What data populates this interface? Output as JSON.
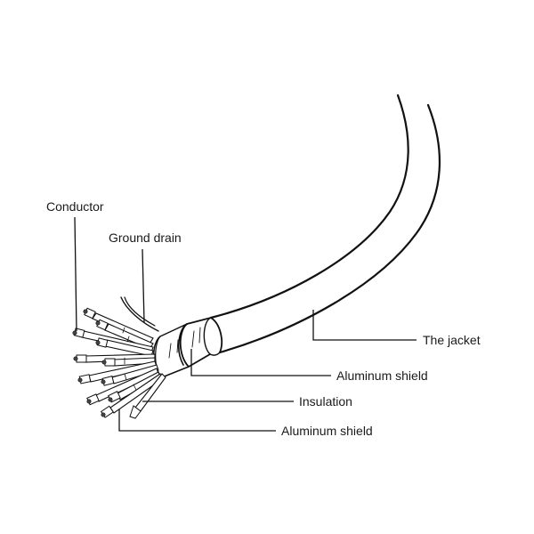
{
  "labels": {
    "conductor": "Conductor",
    "ground_drain": "Ground drain",
    "jacket": "The jacket",
    "aluminum_shield_outer": "Aluminum shield",
    "insulation": "Insulation",
    "aluminum_shield_inner": "Aluminum shield"
  },
  "colors": {
    "line": "#111111",
    "text": "#1a1a1a",
    "background": "#ffffff"
  }
}
